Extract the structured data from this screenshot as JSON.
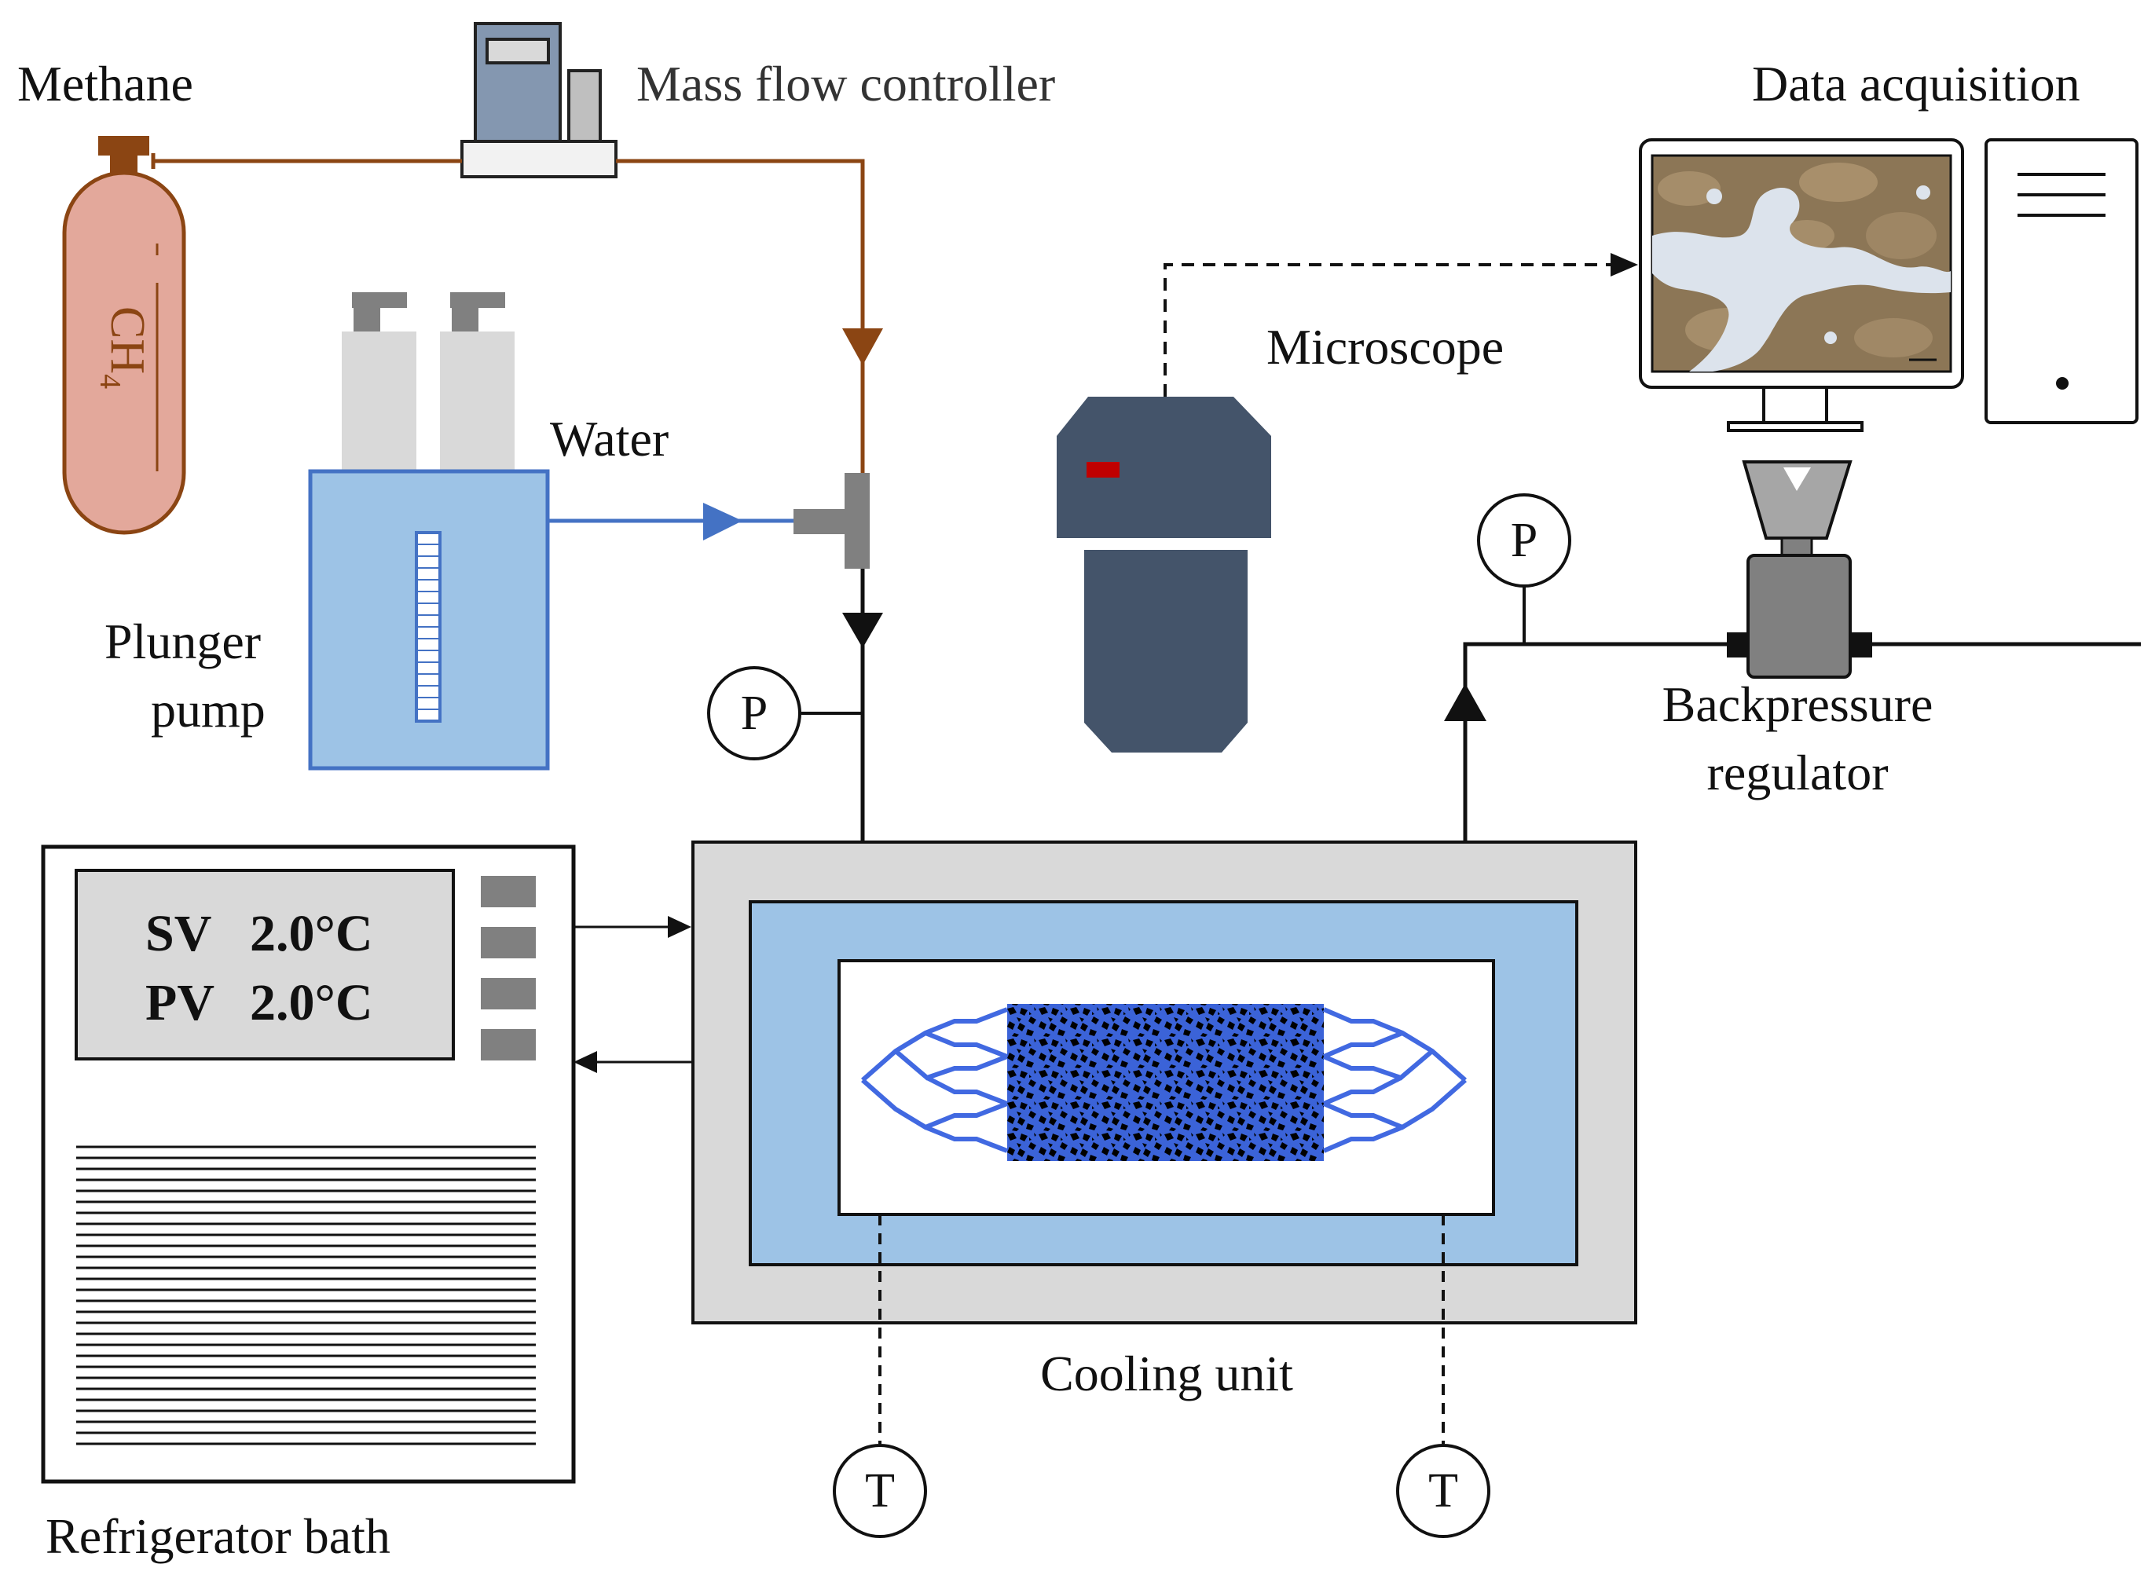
{
  "labels": {
    "methane": "Methane",
    "gas_formula": "CH",
    "gas_formula_sub": "4",
    "mass_flow_controller": "Mass flow controller",
    "data_acquisition": "Data acquisition",
    "water": "Water",
    "microscope": "Microscope",
    "plunger_pump_line1": "Plunger",
    "plunger_pump_line2": "pump",
    "backpressure_line1": "Backpressure",
    "backpressure_line2": "regulator",
    "cooling_unit": "Cooling unit",
    "refrigerator_bath": "Refrigerator bath"
  },
  "bath_display": {
    "sv_label": "SV",
    "sv_value": "2.0°C",
    "pv_label": "PV",
    "pv_value": "2.0°C"
  },
  "gauges": {
    "pressure_inlet": "P",
    "pressure_outlet": "P",
    "temperature_left": "T",
    "temperature_right": "T"
  },
  "colors": {
    "gas_line": "#8B4513",
    "water_line": "#4472C4",
    "cylinder": "#E3A89B",
    "pump_body": "#9DC3E6",
    "microscope": "#44546A",
    "cooling_outer": "#D9D9D9",
    "cooling_inner": "#9DC3E6",
    "chip_channel": "#4169E1"
  }
}
